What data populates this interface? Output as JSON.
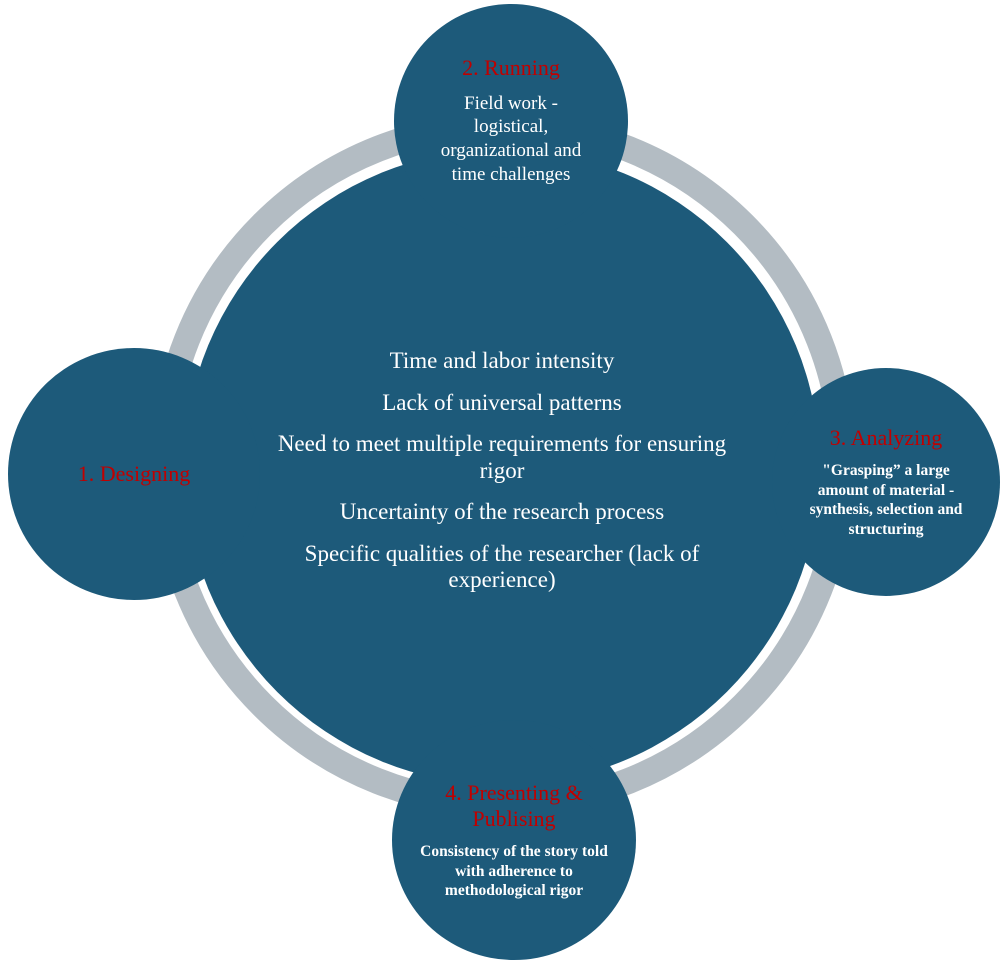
{
  "colors": {
    "circle": "#1d5a7a",
    "ring": "#b3bcc3",
    "title": "#c00000",
    "text": "#ffffff"
  },
  "center": {
    "lines": [
      "Time and labor intensity",
      "Lack of universal patterns",
      "Need to meet multiple requirements for ensuring rigor",
      "Uncertainty of the research process",
      "Specific qualities of the researcher (lack of experience)"
    ]
  },
  "nodes": {
    "running": {
      "title": "2. Running",
      "desc": "Field work - logistical, organizational and time challenges"
    },
    "analyzing": {
      "title": "3. Analyzing",
      "desc": "\"Grasping” a large amount of material - synthesis, selection and structuring"
    },
    "designing": {
      "title": "1. Designing"
    },
    "presenting": {
      "title": "4. Presenting & Publising",
      "desc": "Consistency of the story told with adherence to methodological rigor"
    }
  }
}
